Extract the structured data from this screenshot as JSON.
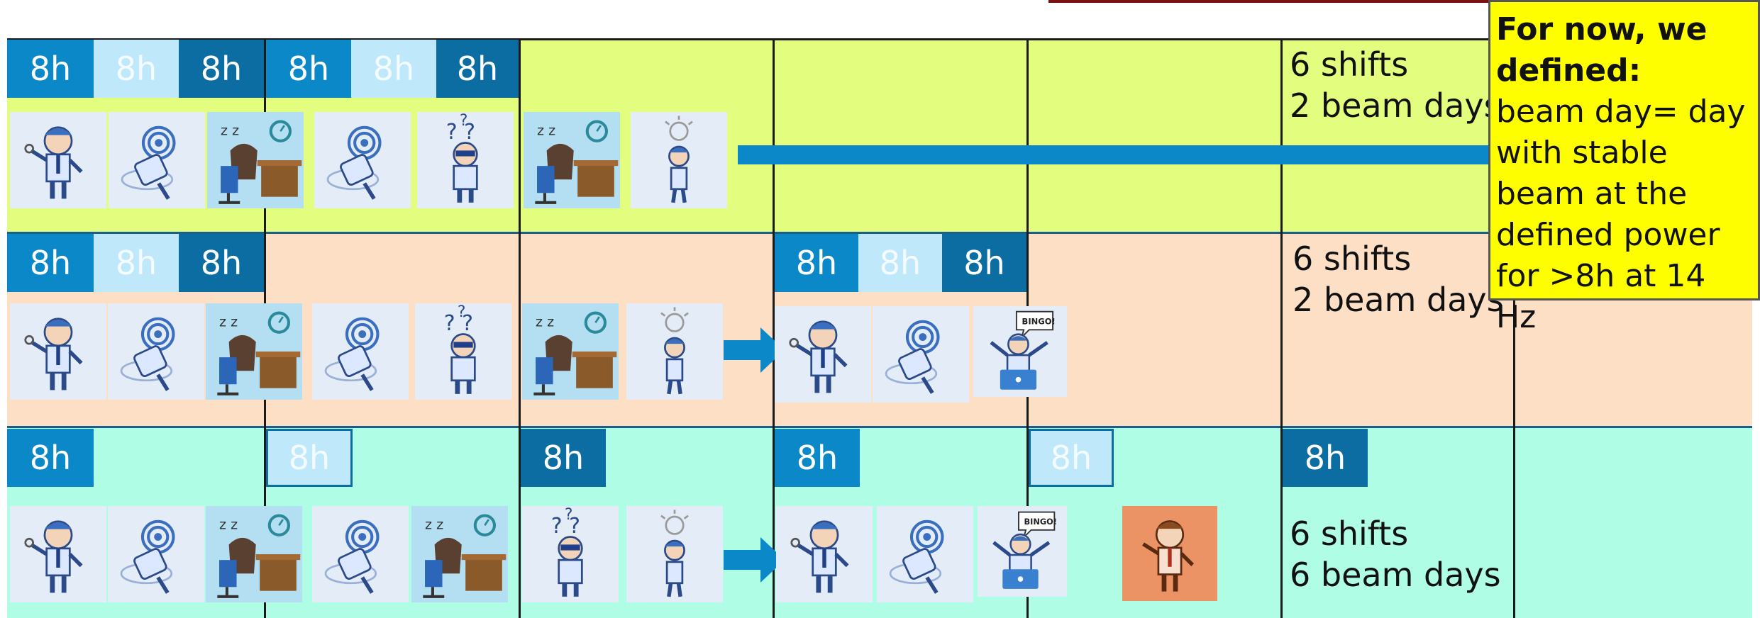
{
  "shift_label": "8h",
  "row1": {
    "summary_shifts": "6 shifts",
    "summary_days": "2 beam days"
  },
  "row2": {
    "summary_shifts": "6 shifts",
    "summary_days": "2 beam days"
  },
  "row3": {
    "summary_shifts": "6 shifts",
    "summary_days": "6 beam days"
  },
  "note": {
    "title": "For now, we defined:",
    "body": "beam day= day with stable beam at the defined power for >8h at 14 Hz"
  },
  "speech_bubble": "BINGO!",
  "colors": {
    "row1_background": "#e3fe7e",
    "row2_background": "#fcdfc5",
    "row3_background": "#aefde4",
    "shift_medium": "#0a88c8",
    "shift_light": "#bfe8fa",
    "shift_dark": "#0b6da1",
    "note_background": "#fefe00",
    "highlight_card": "#eb9364"
  },
  "icons": [
    "technician-icon",
    "target-icon",
    "sleeping-icon",
    "confused-icon",
    "idea-icon",
    "bingo-icon",
    "arrow-icon"
  ]
}
